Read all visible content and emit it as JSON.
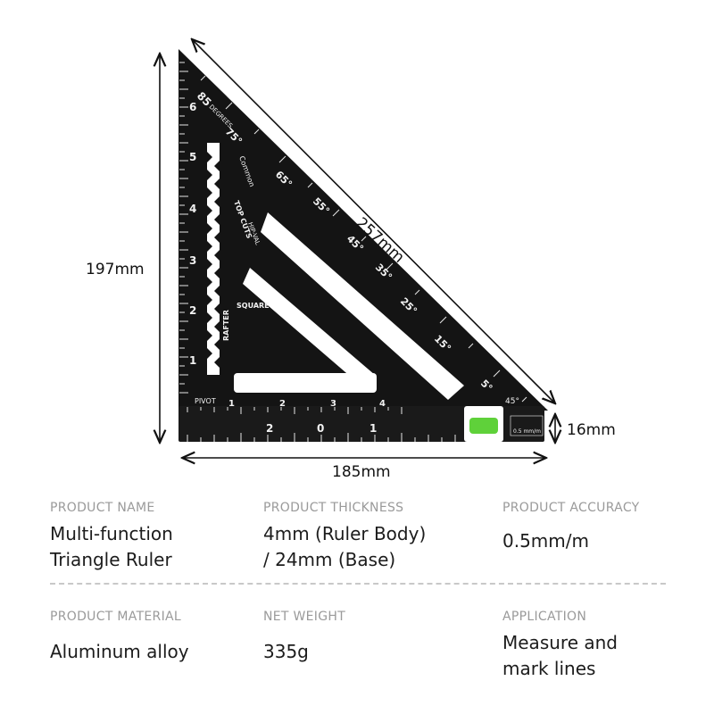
{
  "dimensions": {
    "height": "197mm",
    "hypotenuse": "257mm",
    "base_height": "16mm",
    "width": "185mm"
  },
  "ruler": {
    "degrees_label": "DEGREES",
    "common_label": "Common",
    "top_cuts_label": "TOP CUTS",
    "hip_val_label": "HIP-VAL",
    "square_label": "SQUARE",
    "rafter_label": "RAFTER",
    "pivot_label": "PIVOT",
    "accuracy_badge": "0.5 mm/m",
    "hyp_degrees": [
      "75°",
      "65°",
      "55°",
      "45°",
      "35°",
      "25°",
      "15°",
      "5°"
    ],
    "left_numbers": [
      "6",
      "5",
      "4",
      "3",
      "2",
      "1"
    ],
    "base_numbers": [
      "1",
      "2",
      "3",
      "4",
      "0",
      "1",
      "2"
    ],
    "corner_angle": "45°",
    "top_angle": "85"
  },
  "specs": {
    "product_name": {
      "label": "PRODUCT NAME",
      "line1": "Multi-function",
      "line2": "Triangle Ruler"
    },
    "thickness": {
      "label": "PRODUCT THICKNESS",
      "line1": "4mm (Ruler Body)",
      "line2": "/ 24mm (Base)"
    },
    "accuracy": {
      "label": "PRODUCT ACCURACY",
      "value": "0.5mm/m"
    },
    "material": {
      "label": "PRODUCT MATERIAL",
      "value": "Aluminum alloy"
    },
    "weight": {
      "label": "NET WEIGHT",
      "value": "335g"
    },
    "application": {
      "label": "APPLICATION",
      "line1": "Measure and",
      "line2": "mark lines"
    }
  },
  "colors": {
    "ruler_body": "#141414",
    "level_vial": "#5fd13a",
    "divider": "#c8c8c8",
    "label_gray": "#9a9a9a"
  }
}
